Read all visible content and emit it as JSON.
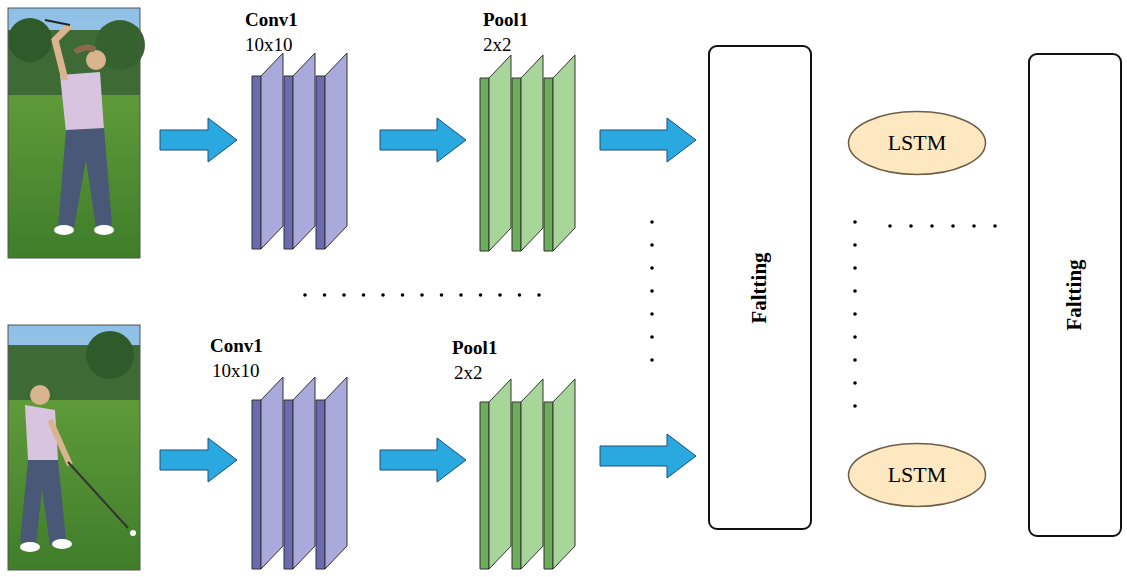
{
  "diagram": {
    "nodes": [
      {
        "text": [
          "Conv1",
          "10x10"
        ]
      },
      {
        "text": [
          "Pool1",
          "2x2"
        ]
      },
      {
        "text": [
          "Conv1",
          "10x10"
        ]
      },
      {
        "text": [
          "Pool1",
          "2x2"
        ]
      },
      {
        "text": [
          "Faltting"
        ]
      },
      {
        "text": [
          "LSTM"
        ]
      },
      {
        "text": [
          "LSTM"
        ]
      },
      {
        "text": [
          "Faltting"
        ]
      }
    ],
    "edges": [
      {
        "from": 0,
        "to": 1,
        "arrow": "to"
      },
      {
        "from": 2,
        "to": 3,
        "arrow": "to"
      },
      {
        "from": 1,
        "to": 4,
        "arrow": "to"
      },
      {
        "from": 3,
        "to": 4,
        "arrow": "to"
      }
    ]
  }
}
